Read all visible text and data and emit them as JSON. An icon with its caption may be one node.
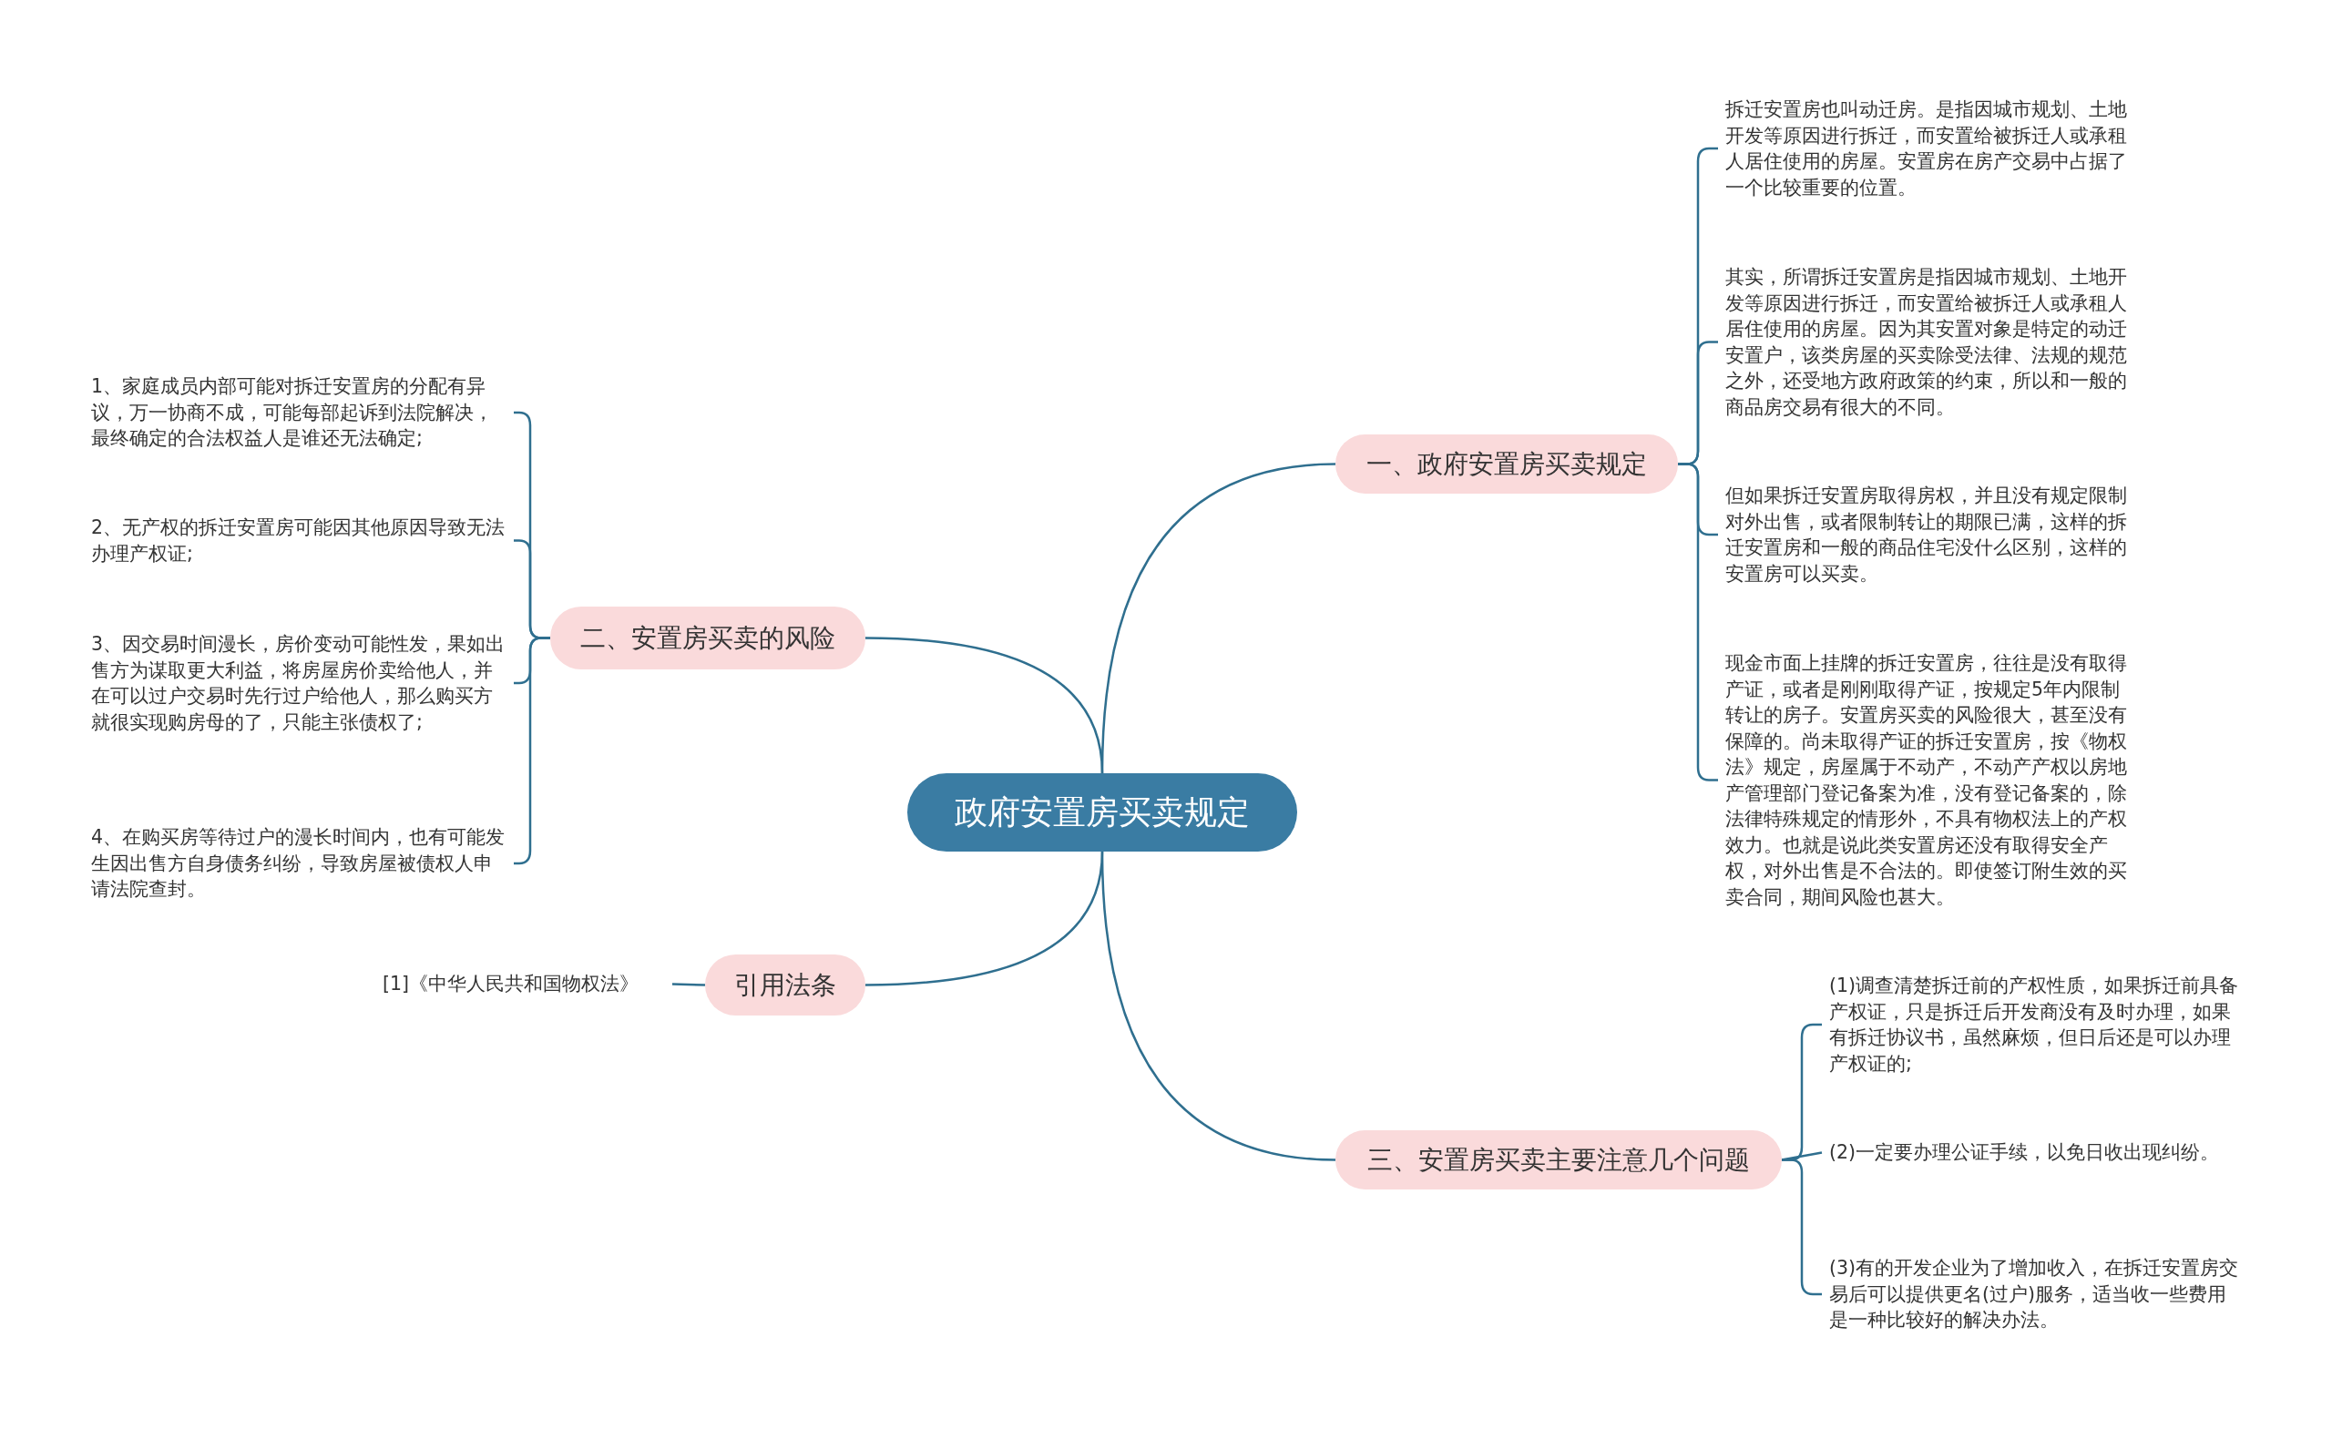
{
  "diagram": {
    "nodes": [
      {
        "text": [
          "政府安置房买卖规定"
        ]
      },
      {
        "text": [
          "一、政府安置房买卖规定"
        ]
      },
      {
        "text": [
          "拆迁安置房也叫动迁房。是指因城市规划、土地开发等原因进行拆迁，而安置给被拆迁人或承租人居住使用的房屋。安置房在房产交易中占据了一个比较重要的位置。"
        ]
      },
      {
        "text": [
          "其实，所谓拆迁安置房是指因城市规划、土地开发等原因进行拆迁，而安置给被拆迁人或承租人居住使用的房屋。因为其安置对象是特定的动迁安置户，该类房屋的买卖除受法律、法规的规范之外，还受地方政府政策的约束，所以和一般的商品房交易有很大的不同。"
        ]
      },
      {
        "text": [
          "但如果拆迁安置房取得房权，并且没有规定限制对外出售，或者限制转让的期限已满，这样的拆迁安置房和一般的商品住宅没什么区别，这样的安置房可以买卖。"
        ]
      },
      {
        "text": [
          "现金市面上挂牌的拆迁安置房，往往是没有取得产证，或者是刚刚取得产证，按规定5年内限制转让的房子。安置房买卖的风险很大，甚至没有保障的。尚未取得产证的拆迁安置房，按《物权法》规定，房屋属于不动产，不动产产权以房地产管理部门登记备案为准，没有登记备案的，除法律特殊规定的情形外，不具有物权法上的产权效力。也就是说此类安置房还没有取得安全产权，对外出售是不合法的。即使签订附生效的买卖合同，期间风险也甚大。"
        ]
      },
      {
        "text": [
          "二、安置房买卖的风险"
        ]
      },
      {
        "text": [
          "1、家庭成员内部可能对拆迁安置房的分配有异议，万一协商不成，可能每部起诉到法院解决，最终确定的合法权益人是谁还无法确定;"
        ]
      },
      {
        "text": [
          "2、无产权的拆迁安置房可能因其他原因导致无法办理产权证;"
        ]
      },
      {
        "text": [
          "3、因交易时间漫长，房价变动可能性发，果如出售方为谋取更大利益，将房屋房价卖给他人，并在可以过户交易时先行过户给他人，那么购买方就很实现购房母的了，只能主张债权了;"
        ]
      },
      {
        "text": [
          "4、在购买房等待过户的漫长时间内，也有可能发生因出售方自身债务纠纷，导致房屋被债权人申请法院查封。"
        ]
      },
      {
        "text": [
          "引用法条"
        ]
      },
      {
        "text": [
          "[1]《中华人民共和国物权法》"
        ]
      },
      {
        "text": [
          "三、安置房买卖主要注意几个问题"
        ]
      },
      {
        "text": [
          "(1)调查清楚拆迁前的产权性质，如果拆迁前具备产权证，只是拆迁后开发商没有及时办理，如果有拆迁协议书，虽然麻烦，但日后还是可以办理产权证的;"
        ]
      },
      {
        "text": [
          "(2)一定要办理公证手续，以免日收出现纠纷。"
        ]
      },
      {
        "text": [
          "(3)有的开发企业为了增加收入，在拆迁安置房交易后可以提供更名(过户)服务，适当收一些费用是一种比较好的解决办法。"
        ]
      }
    ],
    "edges": [
      {
        "from": 0,
        "to": 1,
        "arrow": "none"
      },
      {
        "from": 1,
        "to": 2,
        "arrow": "none"
      },
      {
        "from": 1,
        "to": 3,
        "arrow": "none"
      },
      {
        "from": 1,
        "to": 4,
        "arrow": "none"
      },
      {
        "from": 1,
        "to": 5,
        "arrow": "none"
      },
      {
        "from": 0,
        "to": 6,
        "arrow": "none"
      },
      {
        "from": 6,
        "to": 7,
        "arrow": "none"
      },
      {
        "from": 6,
        "to": 8,
        "arrow": "none"
      },
      {
        "from": 6,
        "to": 9,
        "arrow": "none"
      },
      {
        "from": 6,
        "to": 10,
        "arrow": "none"
      },
      {
        "from": 0,
        "to": 11,
        "arrow": "none"
      },
      {
        "from": 11,
        "to": 12,
        "arrow": "none"
      },
      {
        "from": 0,
        "to": 13,
        "arrow": "none"
      },
      {
        "from": 13,
        "to": 14,
        "arrow": "none"
      },
      {
        "from": 13,
        "to": 15,
        "arrow": "none"
      },
      {
        "from": 13,
        "to": 16,
        "arrow": "none"
      }
    ]
  }
}
